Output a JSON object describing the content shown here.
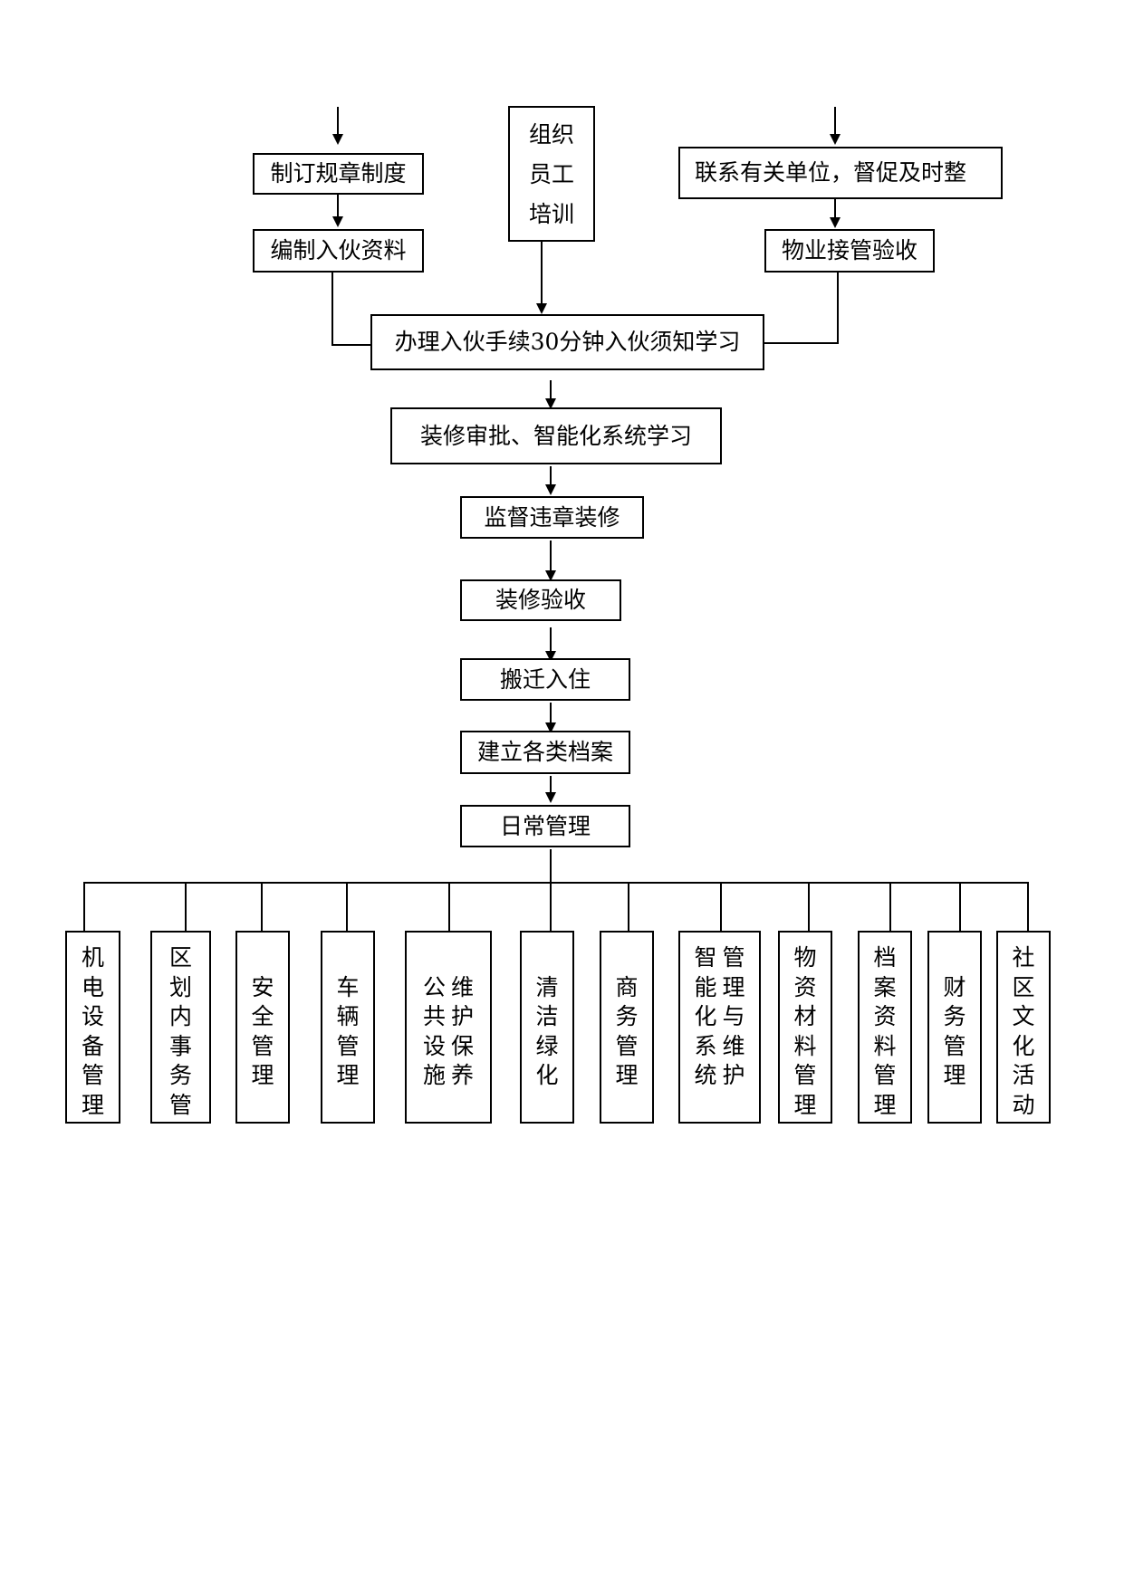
{
  "top": {
    "left_col": [
      "制订规章制度",
      "编制入伙资料"
    ],
    "middle_col": [
      "组织",
      "员工",
      "培训"
    ],
    "right_col": [
      "联系有关单位，督促及时整",
      "物业接管验收"
    ]
  },
  "main_flow": [
    "办理入伙手续30分钟入伙须知学习",
    "装修审批、智能化系统学习",
    "监督违章装修",
    "装修验收",
    "搬迁入住",
    "建立各类档案",
    "日常管理"
  ],
  "branches": [
    {
      "name": "mechanical-electrical",
      "cols": [
        [
          "机",
          "电",
          "设",
          "备",
          "管",
          "理"
        ]
      ]
    },
    {
      "name": "district-affairs",
      "cols": [
        [
          "区",
          "划",
          "内",
          "事",
          "务",
          "管"
        ]
      ]
    },
    {
      "name": "safety",
      "cols": [
        [
          "",
          "安",
          "全",
          "管",
          "理"
        ]
      ]
    },
    {
      "name": "vehicle",
      "cols": [
        [
          "",
          "车",
          "辆",
          "管",
          "理"
        ]
      ]
    },
    {
      "name": "public-facilities",
      "cols": [
        [
          "",
          "公",
          "共",
          "设",
          "施"
        ],
        [
          "",
          "维",
          "护",
          "保",
          "养"
        ]
      ]
    },
    {
      "name": "cleaning-greening",
      "cols": [
        [
          "",
          "清",
          "洁",
          "绿",
          "化"
        ]
      ]
    },
    {
      "name": "commerce",
      "cols": [
        [
          "",
          "商",
          "务",
          "管",
          "理"
        ]
      ]
    },
    {
      "name": "intelligent-system",
      "cols": [
        [
          "智",
          "能",
          "化",
          "系",
          "统"
        ],
        [
          "管",
          "理",
          "与",
          "维",
          "护"
        ]
      ]
    },
    {
      "name": "material",
      "cols": [
        [
          "物",
          "资",
          "材",
          "料",
          "管",
          "理"
        ]
      ]
    },
    {
      "name": "archives",
      "cols": [
        [
          "档",
          "案",
          "资",
          "料",
          "管",
          "理"
        ]
      ]
    },
    {
      "name": "finance",
      "cols": [
        [
          "",
          "财",
          "务",
          "管",
          "理"
        ]
      ]
    },
    {
      "name": "community-culture",
      "cols": [
        [
          "社",
          "区",
          "文",
          "化",
          "活",
          "动"
        ]
      ]
    }
  ]
}
